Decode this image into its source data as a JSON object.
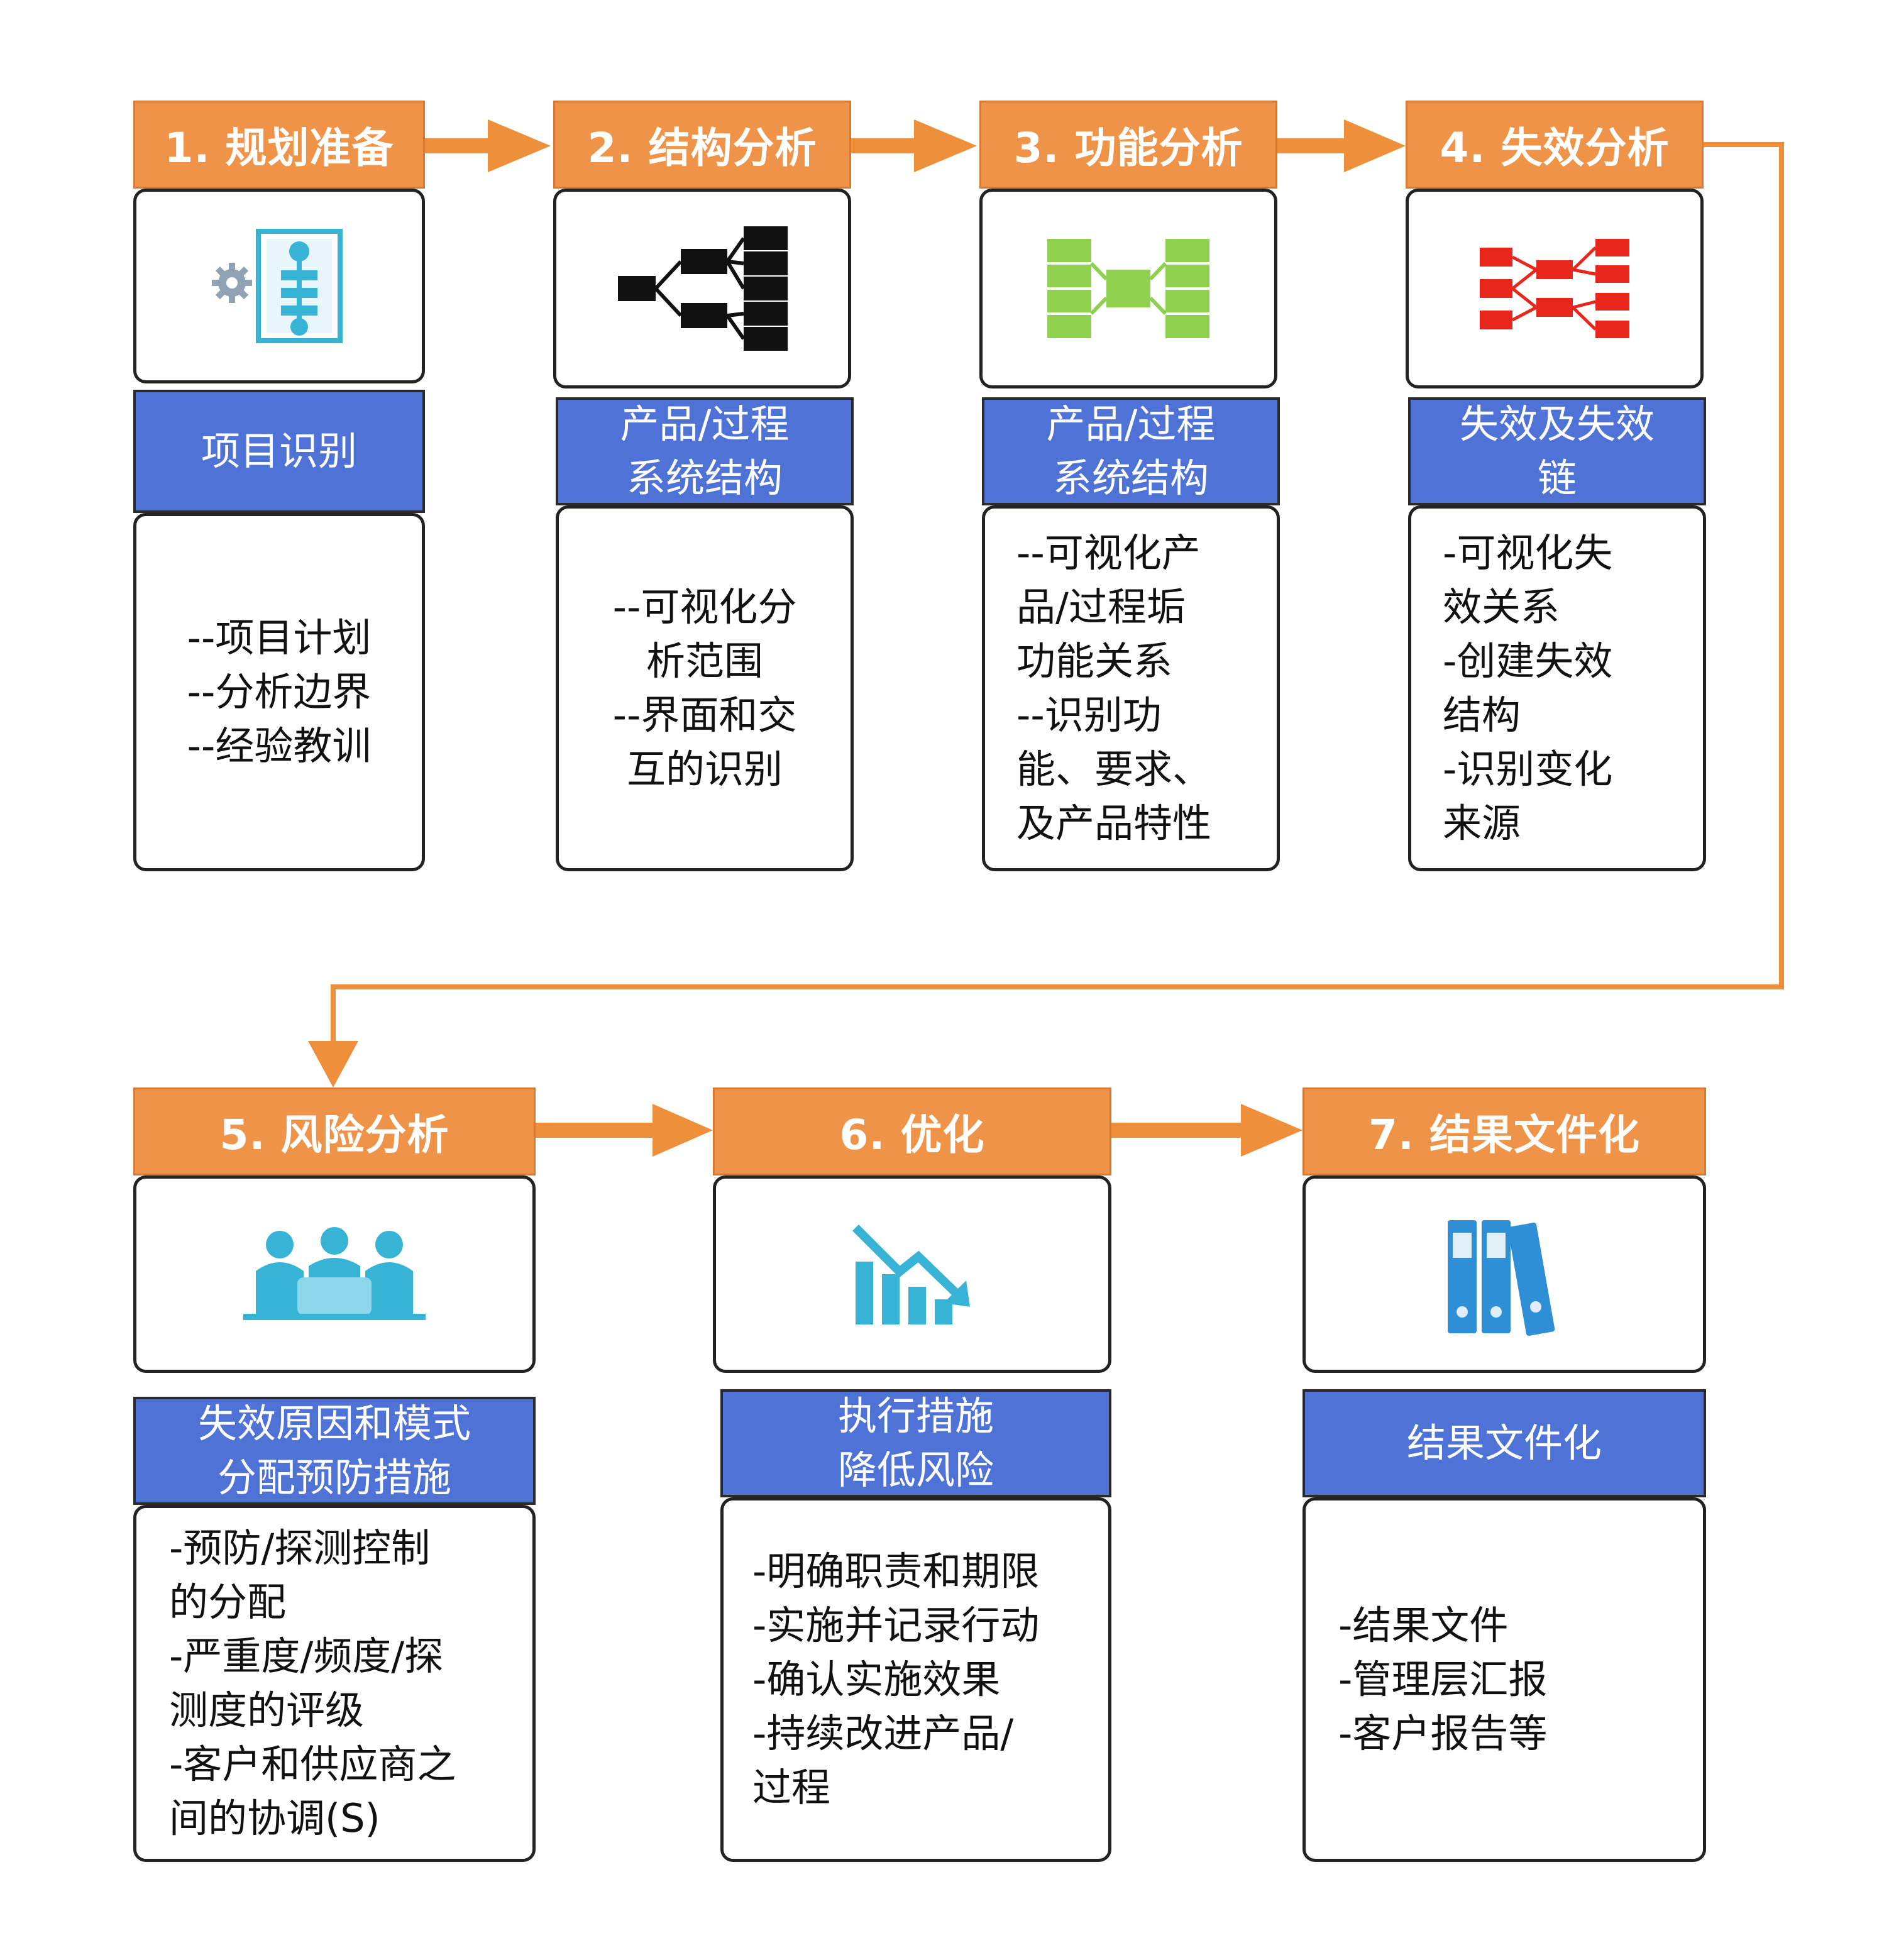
{
  "colors": {
    "title_bg": "#ef9348",
    "arrow": "#ee8f3c",
    "label_bg": "#4f72d6",
    "icon_teal": "#37b3d6",
    "icon_black": "#111111",
    "icon_green": "#8fd14f",
    "icon_red": "#e8261c",
    "icon_blue": "#2f8fd6"
  },
  "steps": [
    {
      "title": "1. 规划准备",
      "icon": "planning-gear-flow-icon",
      "label": "项目识别",
      "lines": [
        "--项目计划",
        "--分析边界",
        "--经验教训"
      ]
    },
    {
      "title": "2. 结构分析",
      "icon": "structure-tree-icon",
      "label": "产品/过程\n系统结构",
      "lines": [
        "--可视化分",
        "析范围",
        "--界面和交",
        "互的识别"
      ]
    },
    {
      "title": "3. 功能分析",
      "icon": "function-network-icon",
      "label": "产品/过程\n系统结构",
      "lines": [
        "--可视化产",
        "品/过程垢",
        "功能关系",
        "--识别功",
        "能、要求、",
        "及产品特性"
      ]
    },
    {
      "title": "4. 失效分析",
      "icon": "failure-chain-icon",
      "label": "失效及失效\n链",
      "lines": [
        "-可视化失",
        "效关系",
        "-创建失效",
        "结构",
        "-识别变化",
        "来源"
      ]
    },
    {
      "title": "5. 风险分析",
      "icon": "team-meeting-icon",
      "label": "失效原因和模式\n分配预防措施",
      "lines": [
        "-预防/探测控制",
        "的分配",
        "-严重度/频度/探",
        "测度的评级",
        "-客户和供应商之",
        "间的协调(S)"
      ]
    },
    {
      "title": "6. 优化",
      "icon": "declining-chart-icon",
      "label": "执行措施\n降低风险",
      "lines": [
        "-明确职责和期限",
        "-实施并记录行动",
        "-确认实施效果",
        "-持续改进产品/",
        "过程"
      ]
    },
    {
      "title": "7. 结果文件化",
      "icon": "document-binders-icon",
      "label": "结果文件化",
      "lines": [
        "-结果文件",
        "-管理层汇报",
        "-客户报告等"
      ]
    }
  ]
}
